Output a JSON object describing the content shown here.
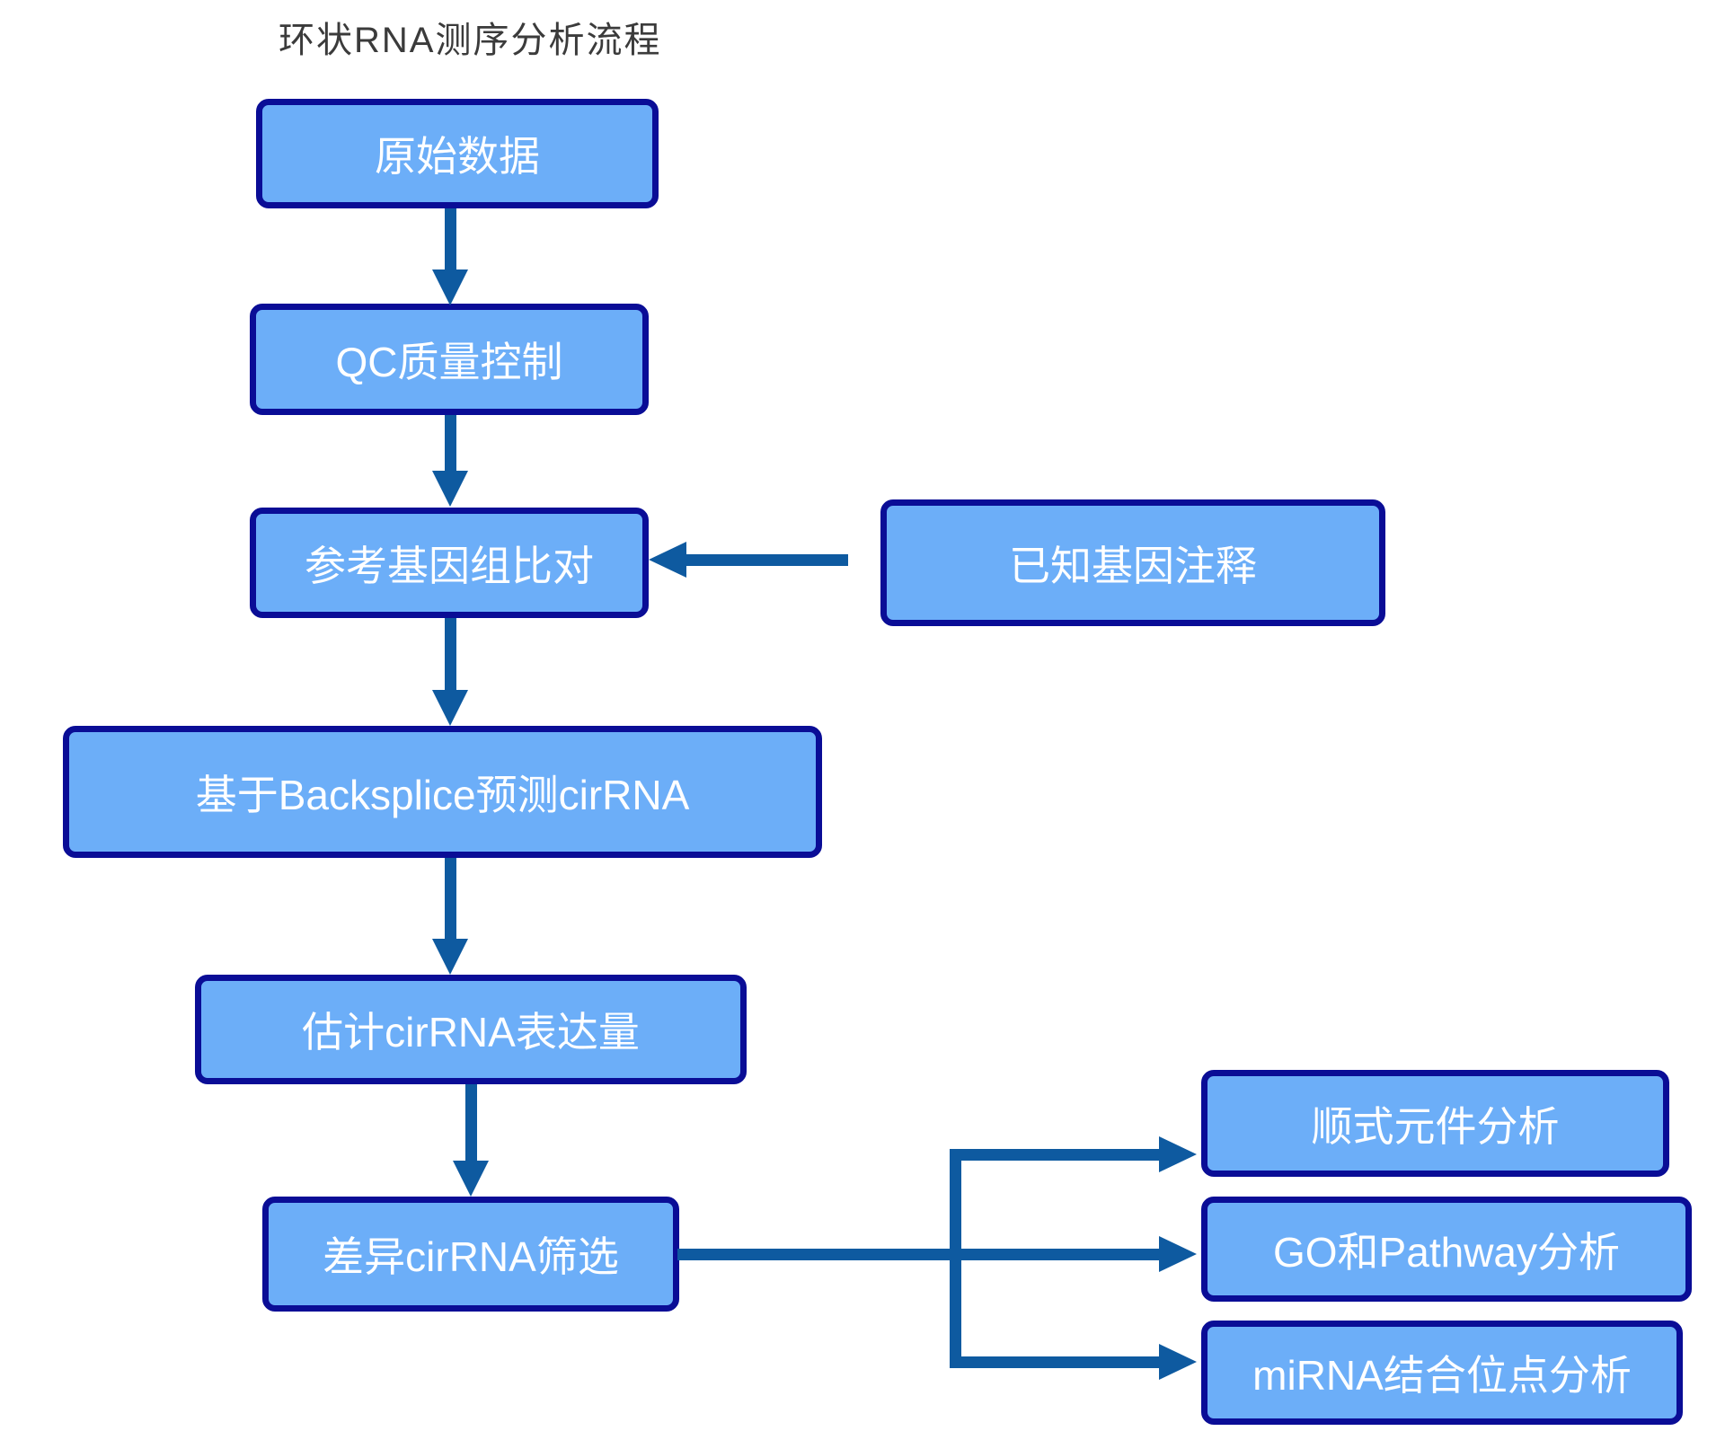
{
  "title": "环状RNA测序分析流程",
  "colors": {
    "background": "#ffffff",
    "box_fill": "#6caef8",
    "box_border": "#0a0d96",
    "box_text": "#ffffff",
    "arrow": "#0e5aa0",
    "title_text": "#3b3b3b"
  },
  "nodes": {
    "raw_data": {
      "label": "原始数据"
    },
    "qc": {
      "label": "QC质量控制"
    },
    "genome_alignment": {
      "label": "参考基因组比对"
    },
    "known_annotation": {
      "label": "已知基因注释"
    },
    "backsplice_predict": {
      "label": "基于Backsplice预测cirRNA"
    },
    "expression_estimate": {
      "label": "估计cirRNA表达量"
    },
    "diff_screening": {
      "label": "差异cirRNA筛选"
    },
    "cis_element": {
      "label": "顺式元件分析"
    },
    "go_pathway": {
      "label": "GO和Pathway分析"
    },
    "mirna_binding": {
      "label": "miRNA结合位点分析"
    }
  },
  "edges": [
    {
      "from": "raw_data",
      "to": "qc"
    },
    {
      "from": "qc",
      "to": "genome_alignment"
    },
    {
      "from": "known_annotation",
      "to": "genome_alignment"
    },
    {
      "from": "genome_alignment",
      "to": "backsplice_predict"
    },
    {
      "from": "backsplice_predict",
      "to": "expression_estimate"
    },
    {
      "from": "expression_estimate",
      "to": "diff_screening"
    },
    {
      "from": "diff_screening",
      "to": "cis_element"
    },
    {
      "from": "diff_screening",
      "to": "go_pathway"
    },
    {
      "from": "diff_screening",
      "to": "mirna_binding"
    }
  ]
}
